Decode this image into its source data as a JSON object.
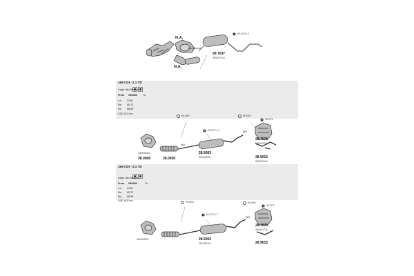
{
  "top_diagram": {
    "label_na_upper": "N.A.",
    "label_na_lower": "N.A.",
    "part_number": "28.7037",
    "oe_reference": "3306027115",
    "callout": "99.1020 x 4"
  },
  "section_1": {
    "title": "169 CDI - 2.1 TD",
    "subtitle": "Large Van-Minibus",
    "from_label": "From",
    "from_value": "09/2003",
    "to_label": "To",
    "spec_rows": [
      {
        "label": "c.c.",
        "value": "2148"
      },
      {
        "label": "Kw",
        "value": "65-72"
      },
      {
        "label": "Hp",
        "value": "88-95"
      }
    ],
    "code": "E480 3233 mm",
    "parts": [
      {
        "number": "28.6063",
        "oe": "3304002301"
      },
      {
        "number": "28.0058",
        "oe": ""
      },
      {
        "number": "28.0006",
        "oe": "3304002301"
      },
      {
        "number": "28.7076",
        "oe": "3304002710"
      },
      {
        "number": "28.9015",
        "oe": "3304002140"
      }
    ],
    "callouts": [
      "99.1992",
      "99.1272 x 3",
      "99.1993",
      "99.1273",
      "Ø63",
      "Ø63"
    ]
  },
  "section_2": {
    "title": "169 CDI - 2.1 TD",
    "subtitle": "Large Van-Minibus",
    "from_label": "From",
    "from_value": "09/2003",
    "to_label": "To",
    "spec_rows": [
      {
        "label": "c.c.",
        "value": "2148"
      },
      {
        "label": "Kw",
        "value": "65-72"
      },
      {
        "label": "Hp",
        "value": "88-95"
      }
    ],
    "code": "E480 3433 mm",
    "parts": [
      {
        "number": "28.6064",
        "oe": "3304002701"
      },
      {
        "number": "28.7070",
        "oe": "3304002710"
      },
      {
        "number": "28.9015",
        "oe": ""
      }
    ],
    "callouts": [
      "99.1993",
      "99.1272 x 3",
      "99.1993",
      "99.1273",
      "3304002301",
      "Ø63"
    ]
  },
  "colors": {
    "panel": "#ebebeb",
    "part_fill": "#bdbdbd",
    "outline": "#333333"
  }
}
